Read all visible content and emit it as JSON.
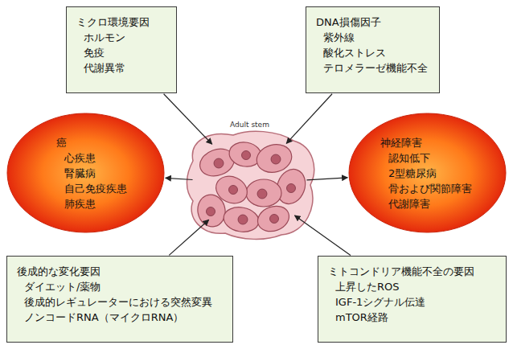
{
  "diagram": {
    "nodes": [
      {
        "text": [
          "ミクロ環境要因",
          "ホルモン",
          "免疫",
          "代謝異常"
        ]
      },
      {
        "text": [
          "DNA損傷因子",
          "紫外線",
          "酸化ストレス",
          "テロメラーゼ機能不全"
        ]
      },
      {
        "text": [
          "癌",
          "心疾患",
          "腎臓病",
          "自己免疫疾患",
          "肺疾患"
        ]
      },
      {
        "text": [
          "Adult stem"
        ]
      },
      {
        "text": [
          "神経障害",
          "認知低下",
          "2型糖尿病",
          "骨および関節障害",
          "代謝障害"
        ]
      },
      {
        "text": [
          "後成的な変化要因",
          "ダイエット/薬物",
          "後成的レギュレーターにおける突然変異",
          "ノンコードRNA（マイクロRNA）"
        ]
      },
      {
        "text": [
          "ミトコンドリア機能不全の要因",
          "上昇したROS",
          "IGF-1シグナル伝達",
          "mTOR経路"
        ]
      }
    ],
    "edges": [
      {
        "from": 0,
        "to": 3,
        "arrow": "to"
      },
      {
        "from": 1,
        "to": 3,
        "arrow": "to"
      },
      {
        "from": 5,
        "to": 3,
        "arrow": "to"
      },
      {
        "from": 6,
        "to": 3,
        "arrow": "to"
      },
      {
        "from": 3,
        "to": 2,
        "arrow": "to"
      },
      {
        "from": 3,
        "to": 4,
        "arrow": "to"
      }
    ]
  }
}
